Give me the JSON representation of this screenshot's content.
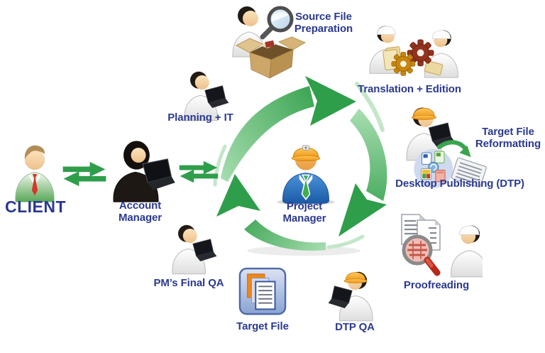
{
  "diagram": {
    "background": "#ffffff",
    "palette": {
      "label_navy": "#2b3990",
      "arrow_green": "#2f9e4a",
      "arrow_green_light": "#a5dcae",
      "hardhat_orange": "#ef9110",
      "client_body_green": "#57a657",
      "tie_red": "#d5372b",
      "pm_body_blue": "#1a5aa5",
      "pm_tie_green": "#3fae4c",
      "target_file_panel_blue": "#8aa3d2",
      "target_file_doc_orange": "#ef8617",
      "magnifier_handle_red": "#b8291c"
    },
    "nodes": {
      "client": {
        "label": "CLIENT",
        "icon": "client-person-icon"
      },
      "account_manager": {
        "lines": [
          "Account",
          "Manager"
        ],
        "icon": "account-manager-person-laptop-icon"
      },
      "project_manager": {
        "lines": [
          "Project",
          "Manager"
        ],
        "icon": "project-manager-hardhat-person-icon"
      },
      "planning_it": {
        "label": "Planning + IT",
        "icon": "worker-laptop-icon"
      },
      "source_file_preparation": {
        "lines": [
          "Source File",
          "Preparation"
        ],
        "icon": "worker-magnifier-open-box-icon"
      },
      "translation_edition": {
        "label": "Translation + Edition",
        "icon": "two-workers-gears-icon"
      },
      "target_file_reformatting": {
        "lines": [
          "Target File",
          "Reformatting"
        ],
        "icon": "files-cluster-green-arrow-document-icon"
      },
      "desktop_publishing": {
        "label": "Desktop Publishing (DTP)",
        "icon": "worker-hardhat-laptop-icon"
      },
      "proofreading": {
        "label": "Proofreading",
        "icon": "documents-red-magnifier-worker-icon"
      },
      "dtp_qa": {
        "label": "DTP QA",
        "icon": "worker-hardhat-laptop-icon"
      },
      "target_file": {
        "label": "Target File",
        "icon": "stacked-documents-blue-panel-icon"
      },
      "pm_final_qa": {
        "label": "PM’s Final QA",
        "icon": "worker-laptop-icon"
      }
    },
    "connectors": {
      "client_to_account_manager": "bidirectional-green-double-arrow",
      "account_manager_to_cycle": "bidirectional-green-double-arrow",
      "cycle": "clockwise-green-arrow-loop-of-three"
    }
  }
}
